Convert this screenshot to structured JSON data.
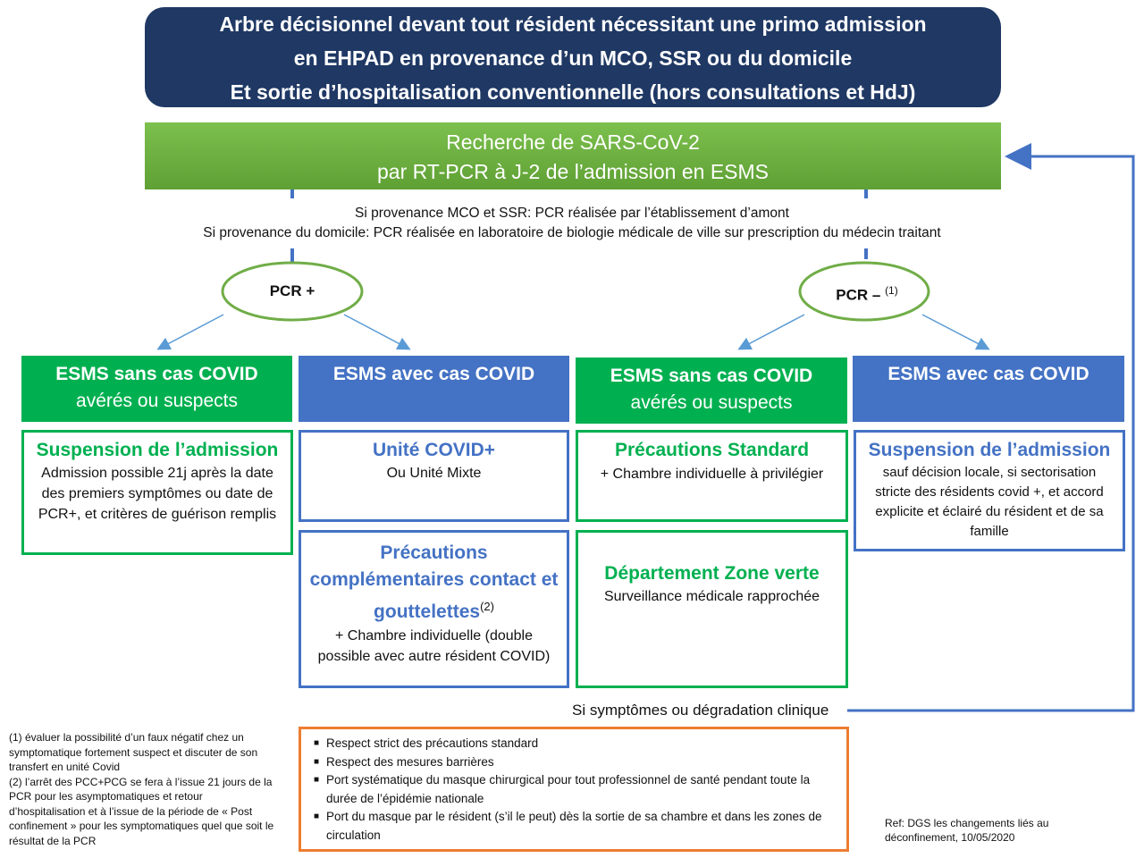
{
  "title": {
    "line1": "Arbre décisionnel devant tout résident nécessitant une primo admission",
    "line2": "en EHPAD en provenance d’un MCO, SSR ou du domicile",
    "line3": "Et sortie d’hospitalisation conventionnelle (hors consultations et HdJ)"
  },
  "test": {
    "line1": "Recherche de SARS-CoV-2",
    "line2": "par RT-PCR à J-2 de l’admission en ESMS"
  },
  "info": {
    "line1": "Si provenance MCO et SSR: PCR réalisée par l’établissement d’amont",
    "line2": "Si provenance du domicile: PCR réalisée en laboratoire de biologie médicale de ville sur prescription du médecin traitant"
  },
  "pcr_positive": {
    "label": "PCR +"
  },
  "pcr_negative": {
    "label": "PCR –",
    "note": "(1)"
  },
  "categories": [
    {
      "bold": "ESMS sans cas COVID",
      "sub": "avérés ou suspects"
    },
    {
      "bold": "ESMS avec cas COVID"
    },
    {
      "bold": "ESMS sans cas COVID",
      "sub": "avérés ou suspects"
    },
    {
      "bold": "ESMS avec cas COVID"
    }
  ],
  "boxes": {
    "b1": {
      "head": "Suspension de l’admission",
      "body": "Admission possible 21j après la date des premiers symptômes ou date de PCR+, et critères de guérison remplis"
    },
    "b2": {
      "head": "Unité COVID+",
      "body": "Ou Unité Mixte"
    },
    "b3": {
      "head": "Précautions Standard",
      "body": "+ Chambre individuelle à privilégier"
    },
    "b4": {
      "head": "Suspension de l’admission",
      "body": "sauf décision locale, si sectorisation stricte des résidents covid +, et accord explicite et éclairé du résident et de sa famille"
    },
    "b5": {
      "head": "Précautions complémentaires contact et gouttelettes",
      "sup": "(2)",
      "body": "+ Chambre individuelle (double possible avec autre résident COVID)"
    },
    "b6": {
      "head": "Département Zone verte",
      "body": "Surveillance médicale rapprochée"
    }
  },
  "symptoms_loop": "Si symptômes ou dégradation clinique",
  "notes": {
    "n1": "(1) évaluer la possibilité d’un  faux négatif chez un symptomatique fortement suspect et discuter de son transfert en unité Covid",
    "n2": "(2) l’arrêt des PCC+PCG se fera à  l’issue 21 jours de la PCR pour les asymptomatiques et retour d’hospitalisation et à l’issue de la période de « Post confinement » pour les symptomatiques quel que soit le résultat de la PCR"
  },
  "measures": [
    "Respect strict des précautions standard",
    "Respect des mesures barrières",
    "Port systématique du masque chirurgical pour tout professionnel de santé pendant toute la  durée de l’épidémie nationale",
    "Port du masque par le résident (s’il le peut) dès la sortie de sa chambre et dans les zones de  circulation"
  ],
  "ref": {
    "line1": "Ref: DGS les changements liés au",
    "line2": "déconfinement, 10/05/2020"
  },
  "colors": {
    "navy": "#1f3864",
    "green": "#00b050",
    "light_green": "#70ad47",
    "blue": "#4472c4",
    "orange": "#ed7d31"
  }
}
